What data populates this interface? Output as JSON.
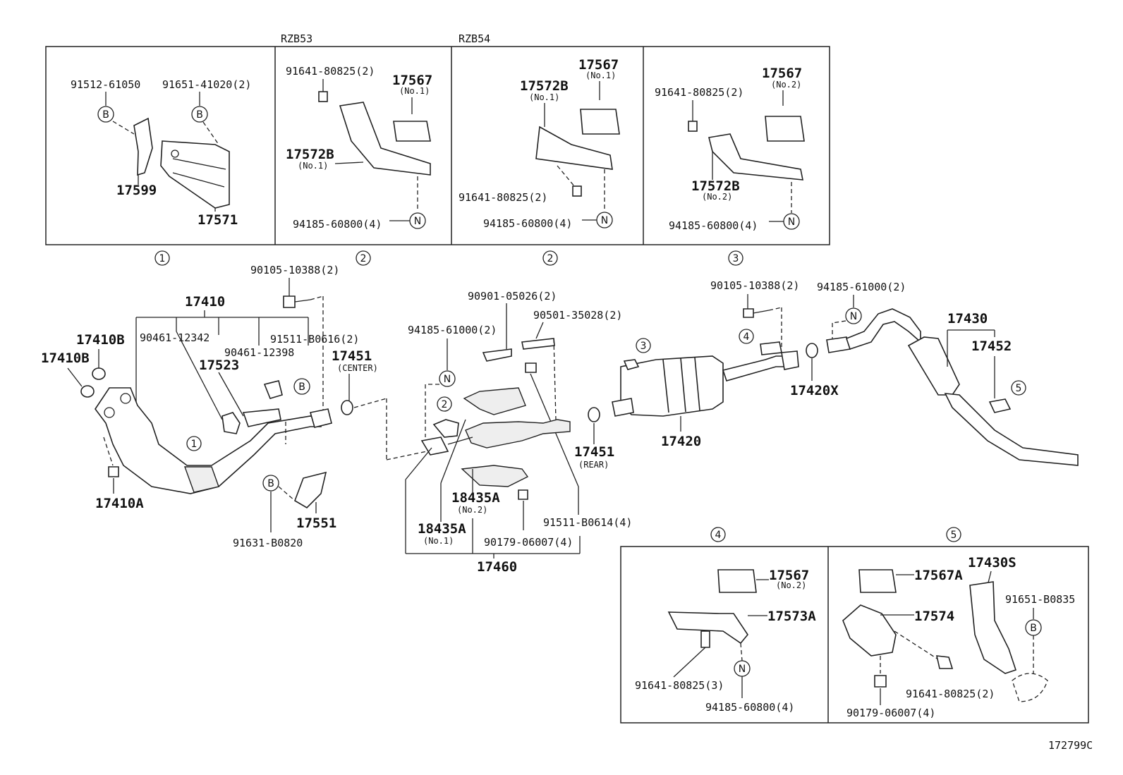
{
  "header": {
    "variant_a": "RZB53",
    "variant_b": "RZB54"
  },
  "callouts": {
    "c1": "1",
    "c2": "2",
    "c3": "3",
    "c4": "4",
    "c5": "5",
    "bolt_b": "B",
    "nut_n": "N"
  },
  "panel1": {
    "p1": "91512-61050",
    "p2": "91651-41020(2)",
    "p3": "17599",
    "p4": "17571"
  },
  "panel2": {
    "p1": "91641-80825(2)",
    "p2": "17567",
    "p2s": "(No.1)",
    "p3": "17572B",
    "p3s": "(No.1)",
    "p4": "94185-60800(4)"
  },
  "panel3": {
    "p1": "17567",
    "p1s": "(No.1)",
    "p2": "17572B",
    "p2s": "(No.1)",
    "p3": "91641-80825(2)",
    "p4": "94185-60800(4)"
  },
  "panel4": {
    "p1": "91641-80825(2)",
    "p2": "17567",
    "p2s": "(No.2)",
    "p3": "17572B",
    "p3s": "(No.2)",
    "p4": "94185-60800(4)"
  },
  "main": {
    "m1": "90105-10388(2)",
    "m2": "17410",
    "m3": "17410B",
    "m4": "17410B",
    "m5": "90461-12342",
    "m6": "91511-B0616(2)",
    "m7": "17523",
    "m8": "90461-12398",
    "m9": "17451",
    "m9s": "(CENTER)",
    "m10": "17410A",
    "m11": "17551",
    "m12": "91631-B0820",
    "m13": "90901-05026(2)",
    "m14": "90501-35028(2)",
    "m15": "94185-61000(2)",
    "m16": "18435A",
    "m16s": "(No.2)",
    "m17": "18435A",
    "m17s": "(No.1)",
    "m18": "91511-B0614(4)",
    "m19": "90179-06007(4)",
    "m20": "17460",
    "m21": "17451",
    "m21s": "(REAR)",
    "m22": "90105-10388(2)",
    "m23": "94185-61000(2)",
    "m24": "17430",
    "m25": "17452",
    "m26": "17420X",
    "m27": "17420"
  },
  "detail4": {
    "d1": "17567",
    "d1s": "(No.2)",
    "d2": "17573A",
    "d3": "91641-80825(3)",
    "d4": "94185-60800(4)"
  },
  "detail5": {
    "d1": "17567A",
    "d2": "17430S",
    "d3": "91651-B0835",
    "d4": "17574",
    "d5": "91641-80825(2)",
    "d6": "90179-06007(4)"
  },
  "footer": {
    "ref": "172799C"
  }
}
